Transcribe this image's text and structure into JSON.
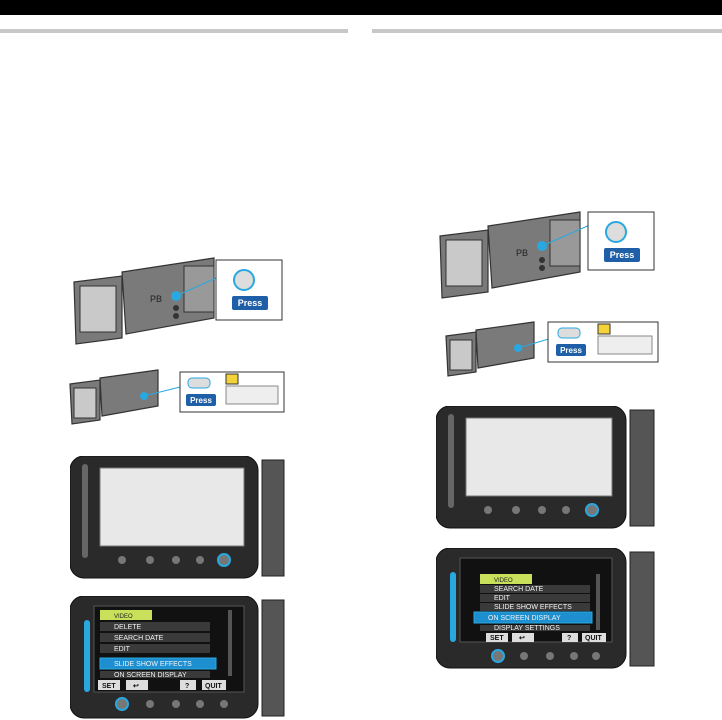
{
  "figures": {
    "press_label": "Press",
    "menu_left": {
      "items": [
        "VIDEO",
        "DELETE",
        "SEARCH DATE",
        "EDIT",
        "SLIDE SHOW EFFECTS",
        "ON SCREEN DISPLAY"
      ],
      "highlighted": "SLIDE SHOW EFFECTS",
      "buttons": [
        "SET",
        "↩",
        "?",
        "QUIT"
      ]
    },
    "menu_right": {
      "items": [
        "VIDEO",
        "SEARCH DATE",
        "EDIT",
        "SLIDE SHOW EFFECTS",
        "ON SCREEN DISPLAY",
        "DISPLAY SETTINGS"
      ],
      "highlighted": "ON SCREEN DISPLAY",
      "buttons": [
        "SET",
        "↩",
        "?",
        "QUIT"
      ]
    },
    "accent_color": "#29a8e0",
    "press_color": "#1f5fa8"
  }
}
